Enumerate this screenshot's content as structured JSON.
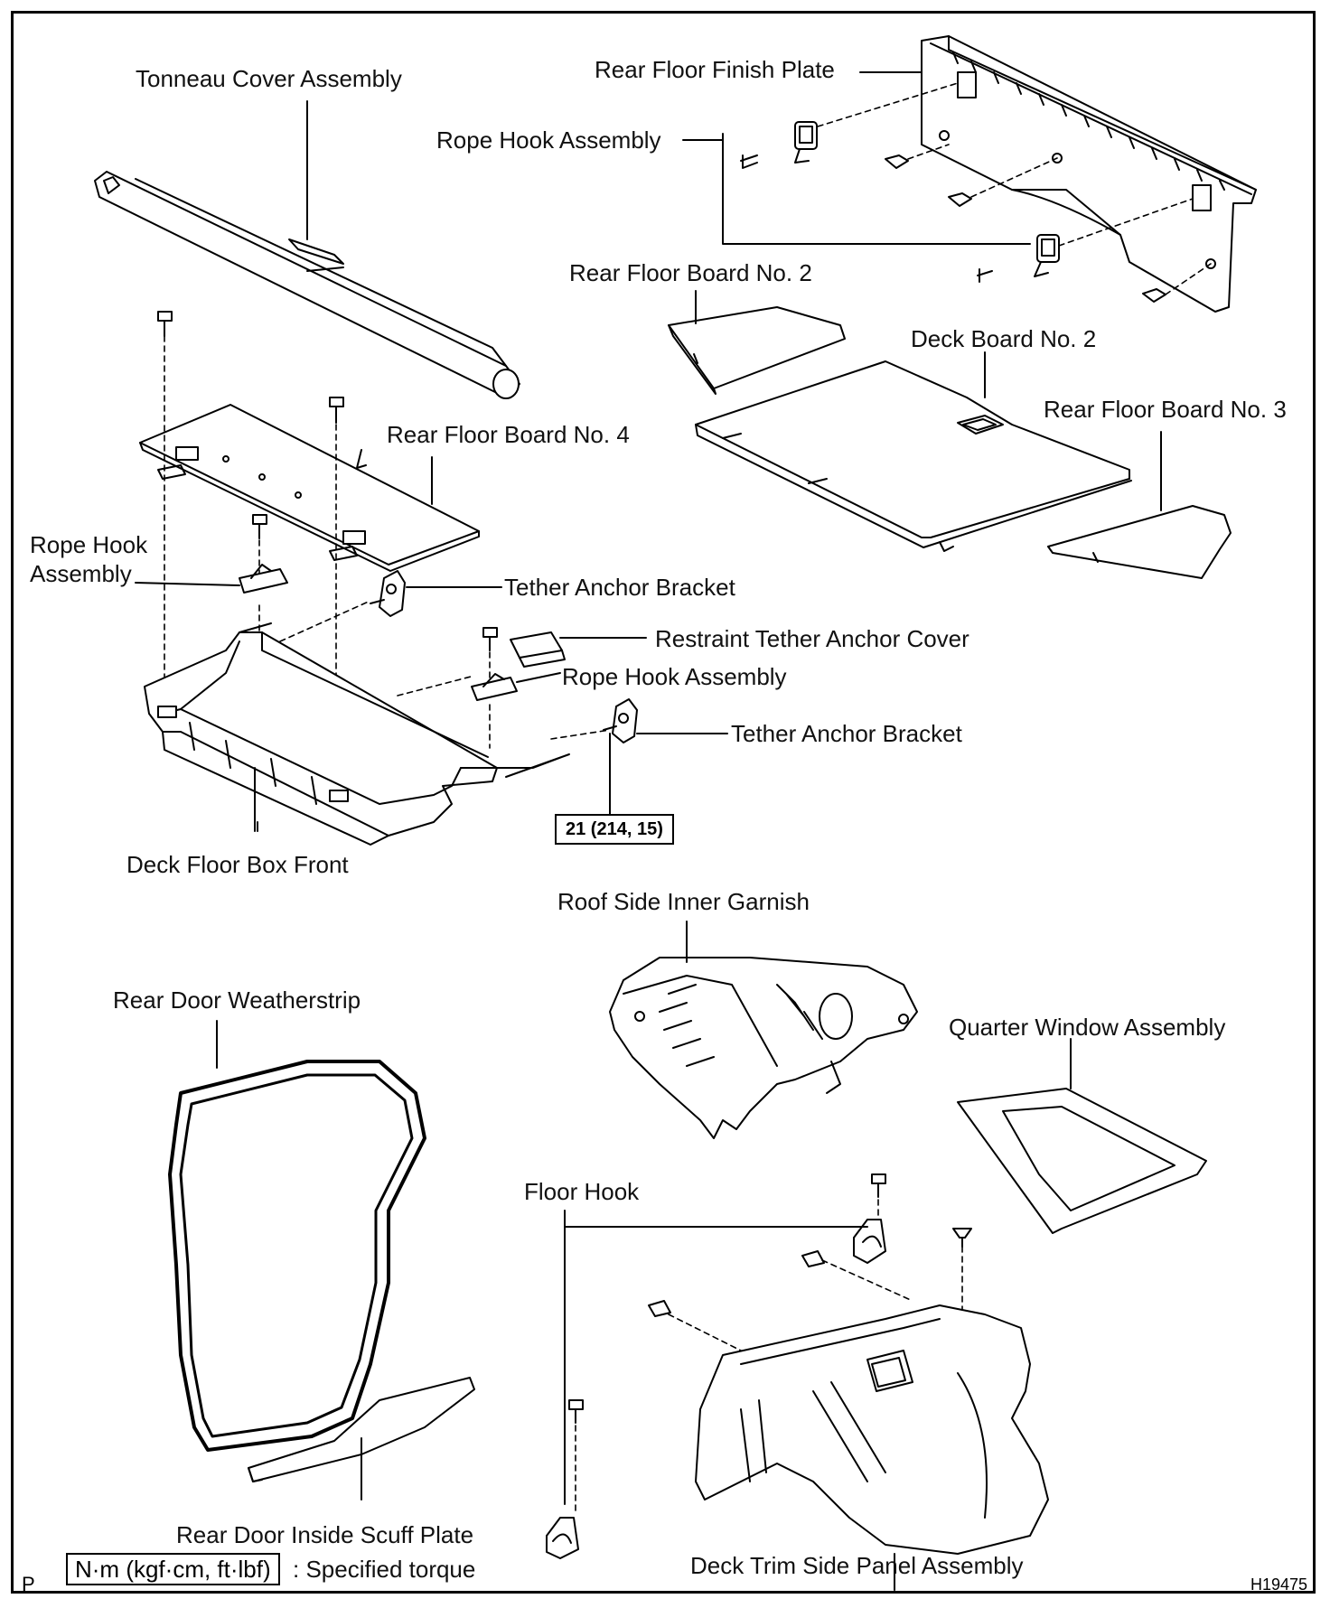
{
  "labels": {
    "tonneau_cover": "Tonneau Cover Assembly",
    "rear_floor_finish_plate": "Rear Floor Finish Plate",
    "rope_hook_top": "Rope Hook Assembly",
    "rear_floor_board_2": "Rear Floor Board No. 2",
    "deck_board_2": "Deck Board No. 2",
    "rear_floor_board_3": "Rear Floor Board No. 3",
    "rear_floor_board_4": "Rear Floor Board No. 4",
    "rope_hook_left_line1": "Rope Hook",
    "rope_hook_left_line2": "Assembly",
    "tether_anchor_bracket_1": "Tether Anchor Bracket",
    "restraint_tether_anchor_cover": "Restraint Tether Anchor Cover",
    "rope_hook_mid": "Rope Hook Assembly",
    "tether_anchor_bracket_2": "Tether Anchor Bracket",
    "deck_floor_box_front": "Deck Floor Box Front",
    "roof_side_inner_garnish": "Roof Side Inner Garnish",
    "rear_door_weatherstrip": "Rear Door Weatherstrip",
    "quarter_window_assembly": "Quarter Window Assembly",
    "floor_hook": "Floor Hook",
    "rear_door_inside_scuff_plate": "Rear Door Inside Scuff Plate",
    "deck_trim_side_panel": "Deck Trim Side Panel Assembly"
  },
  "torque_spec": "21 (214, 15)",
  "legend": {
    "unit_box": "N·m (kgf·cm, ft·lbf)",
    "text": ": Specified torque"
  },
  "corner_mark": "P",
  "figure_id": "H19475"
}
